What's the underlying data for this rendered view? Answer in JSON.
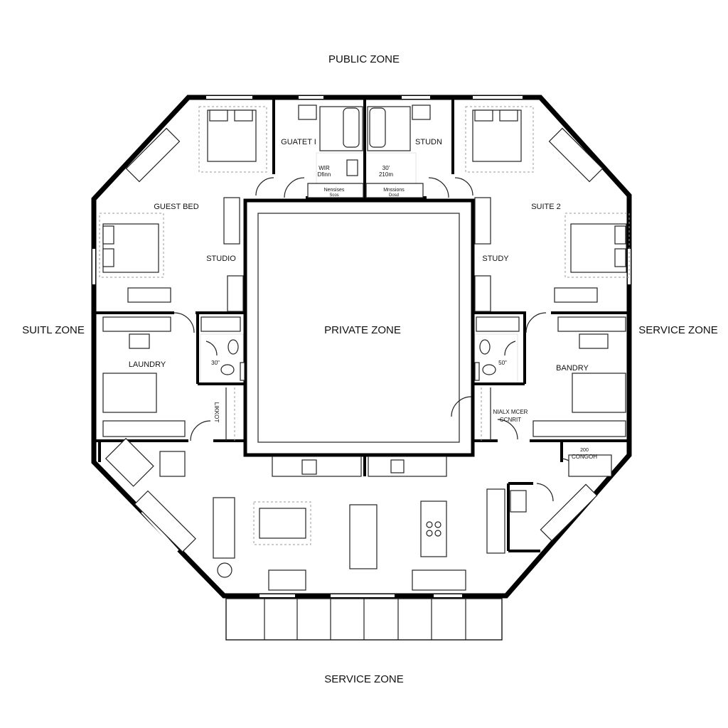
{
  "zones": {
    "top": "PUBLIC ZONE",
    "left": "SUITL ZONE",
    "right": "SERVICE ZONE",
    "bottom": "SERVICE ZONE",
    "center": "PRIVATE ZONE"
  },
  "rooms": {
    "guest_bed": "GUEST BED",
    "studio": "STUDIO",
    "laundry": "LAUNDRY",
    "suite_2": "SUITE 2",
    "study": "STUDY",
    "bandry": "BANDRY",
    "guatet": "GUATET I",
    "studn": "STUDN",
    "wir_1": "WIR",
    "wir_2": "Dfinn",
    "dim_1": "30'",
    "dim_2": "210m",
    "nensises_1": "Nensises",
    "nensises_2": "Scos",
    "mnssions_1": "Mnssions",
    "mnssions_2": "Dosd",
    "bath_left_dim": "30\"",
    "bath_right_dim": "50\"",
    "likkot": "LIKKOT",
    "nialx_1": "NIALX MCER",
    "nialx_2": "CCNRIT",
    "congoh_1": "200",
    "congoh_2": "CONGOH"
  }
}
